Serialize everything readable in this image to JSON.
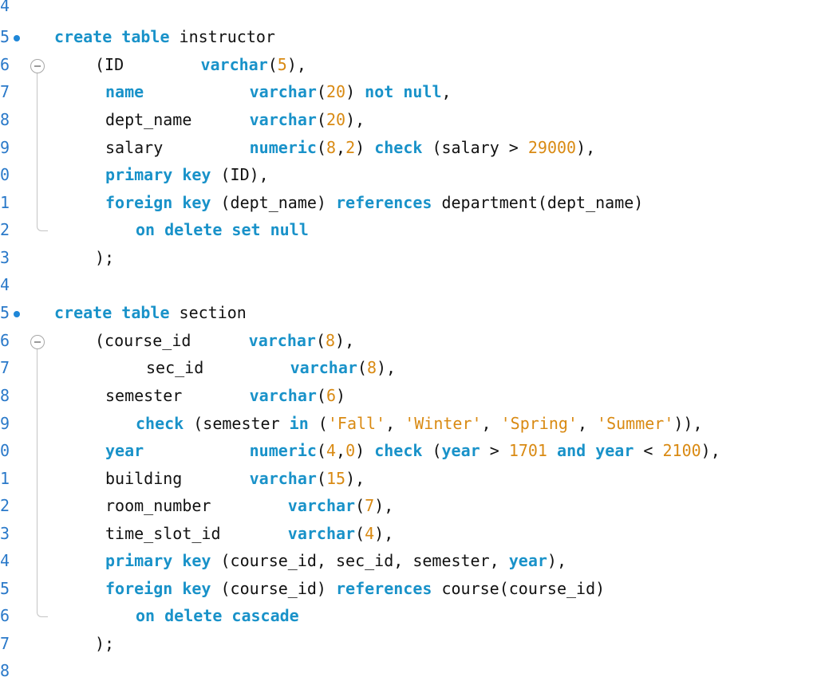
{
  "editor": {
    "colors": {
      "keyword": "#1992c9",
      "number": "#d98a13",
      "string": "#d98a13",
      "text": "#111111",
      "gutter": "#2a79c9"
    },
    "gutter_digits": [
      "4",
      "5",
      "6",
      "7",
      "8",
      "9",
      "0",
      "1",
      "2",
      "3",
      "4",
      "5",
      "6",
      "7",
      "8",
      "9",
      "0",
      "1",
      "2",
      "3",
      "4",
      "5",
      "6",
      "7",
      "8"
    ],
    "lines": [
      [
        {
          "t": "create table",
          "k": "kw"
        },
        {
          "t": " instructor"
        }
      ],
      [
        {
          "t": "(ID        "
        },
        {
          "t": "varchar",
          "k": "kw"
        },
        {
          "t": "("
        },
        {
          "t": "5",
          "k": "num"
        },
        {
          "t": "),"
        }
      ],
      [
        {
          "t": "name",
          "k": "kw"
        },
        {
          "t": "           "
        },
        {
          "t": "varchar",
          "k": "kw"
        },
        {
          "t": "("
        },
        {
          "t": "20",
          "k": "num"
        },
        {
          "t": ") "
        },
        {
          "t": "not null",
          "k": "kw"
        },
        {
          "t": ","
        }
      ],
      [
        {
          "t": "dept_name      "
        },
        {
          "t": "varchar",
          "k": "kw"
        },
        {
          "t": "("
        },
        {
          "t": "20",
          "k": "num"
        },
        {
          "t": "),"
        }
      ],
      [
        {
          "t": "salary         "
        },
        {
          "t": "numeric",
          "k": "kw"
        },
        {
          "t": "("
        },
        {
          "t": "8",
          "k": "num"
        },
        {
          "t": ","
        },
        {
          "t": "2",
          "k": "num"
        },
        {
          "t": ") "
        },
        {
          "t": "check",
          "k": "kw"
        },
        {
          "t": " (salary > "
        },
        {
          "t": "29000",
          "k": "num"
        },
        {
          "t": "),"
        }
      ],
      [
        {
          "t": "primary key",
          "k": "kw"
        },
        {
          "t": " (ID),"
        }
      ],
      [
        {
          "t": "foreign key",
          "k": "kw"
        },
        {
          "t": " (dept_name) "
        },
        {
          "t": "references",
          "k": "kw"
        },
        {
          "t": " department(dept_name)"
        }
      ],
      [
        {
          "t": "on delete set null",
          "k": "kw"
        }
      ],
      [
        {
          "t": ");"
        }
      ],
      [],
      [
        {
          "t": "create table",
          "k": "kw"
        },
        {
          "t": " section"
        }
      ],
      [
        {
          "t": "(course_id      "
        },
        {
          "t": "varchar",
          "k": "kw"
        },
        {
          "t": "("
        },
        {
          "t": "8",
          "k": "num"
        },
        {
          "t": "),"
        }
      ],
      [
        {
          "t": "sec_id         "
        },
        {
          "t": "varchar",
          "k": "kw"
        },
        {
          "t": "("
        },
        {
          "t": "8",
          "k": "num"
        },
        {
          "t": "),"
        }
      ],
      [
        {
          "t": "semester       "
        },
        {
          "t": "varchar",
          "k": "kw"
        },
        {
          "t": "("
        },
        {
          "t": "6",
          "k": "num"
        },
        {
          "t": ")"
        }
      ],
      [
        {
          "t": "check",
          "k": "kw"
        },
        {
          "t": " (semester "
        },
        {
          "t": "in",
          "k": "kw"
        },
        {
          "t": " ("
        },
        {
          "t": "'Fall'",
          "k": "str"
        },
        {
          "t": ", "
        },
        {
          "t": "'Winter'",
          "k": "str"
        },
        {
          "t": ", "
        },
        {
          "t": "'Spring'",
          "k": "str"
        },
        {
          "t": ", "
        },
        {
          "t": "'Summer'",
          "k": "str"
        },
        {
          "t": ")),"
        }
      ],
      [
        {
          "t": "year",
          "k": "kw"
        },
        {
          "t": "           "
        },
        {
          "t": "numeric",
          "k": "kw"
        },
        {
          "t": "("
        },
        {
          "t": "4",
          "k": "num"
        },
        {
          "t": ","
        },
        {
          "t": "0",
          "k": "num"
        },
        {
          "t": ") "
        },
        {
          "t": "check",
          "k": "kw"
        },
        {
          "t": " ("
        },
        {
          "t": "year",
          "k": "kw"
        },
        {
          "t": " > "
        },
        {
          "t": "1701",
          "k": "num"
        },
        {
          "t": " "
        },
        {
          "t": "and",
          "k": "kw"
        },
        {
          "t": " "
        },
        {
          "t": "year",
          "k": "kw"
        },
        {
          "t": " < "
        },
        {
          "t": "2100",
          "k": "num"
        },
        {
          "t": "),"
        }
      ],
      [
        {
          "t": "building       "
        },
        {
          "t": "varchar",
          "k": "kw"
        },
        {
          "t": "("
        },
        {
          "t": "15",
          "k": "num"
        },
        {
          "t": "),"
        }
      ],
      [
        {
          "t": "room_number        "
        },
        {
          "t": "varchar",
          "k": "kw"
        },
        {
          "t": "("
        },
        {
          "t": "7",
          "k": "num"
        },
        {
          "t": "),"
        }
      ],
      [
        {
          "t": "time_slot_id       "
        },
        {
          "t": "varchar",
          "k": "kw"
        },
        {
          "t": "("
        },
        {
          "t": "4",
          "k": "num"
        },
        {
          "t": "),"
        }
      ],
      [
        {
          "t": "primary key",
          "k": "kw"
        },
        {
          "t": " (course_id, sec_id, semester, "
        },
        {
          "t": "year",
          "k": "kw"
        },
        {
          "t": "),"
        }
      ],
      [
        {
          "t": "foreign key",
          "k": "kw"
        },
        {
          "t": " (course_id) "
        },
        {
          "t": "references",
          "k": "kw"
        },
        {
          "t": " course(course_id)"
        }
      ],
      [
        {
          "t": "on delete cascade",
          "k": "kw"
        }
      ],
      [
        {
          "t": ");"
        }
      ],
      []
    ]
  }
}
